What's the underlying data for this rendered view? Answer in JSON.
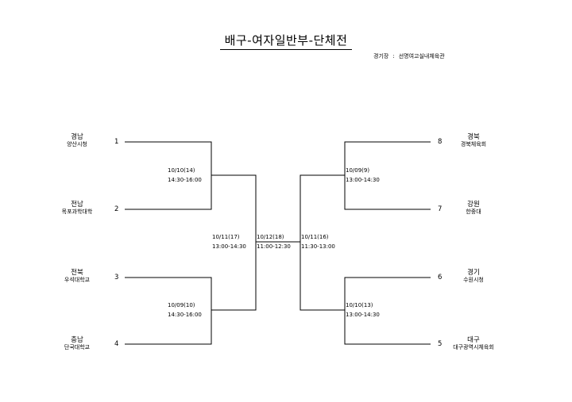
{
  "header": {
    "title": "배구-여자일반부-단체전",
    "venue_label": "경기장",
    "venue_separator": ":",
    "venue_name": "선명여고실내체육관"
  },
  "left": {
    "teams": [
      {
        "seed": "1",
        "region": "경남",
        "org": "양산시청"
      },
      {
        "seed": "2",
        "region": "전남",
        "org": "목포과학대학"
      },
      {
        "seed": "3",
        "region": "전북",
        "org": "우석대학교"
      },
      {
        "seed": "4",
        "region": "충남",
        "org": "단국대학교"
      }
    ],
    "matches": [
      {
        "date": "10/10(14)",
        "time": "14:30-16:00"
      },
      {
        "date": "10/09(10)",
        "time": "14:30-16:00"
      }
    ],
    "semifinal": {
      "date": "10/11(17)",
      "time": "13:00-14:30"
    }
  },
  "right": {
    "teams": [
      {
        "seed": "8",
        "region": "경북",
        "org": "경북체육회"
      },
      {
        "seed": "7",
        "region": "강원",
        "org": "한중대"
      },
      {
        "seed": "6",
        "region": "경기",
        "org": "수원시청"
      },
      {
        "seed": "5",
        "region": "대구",
        "org": "대구광역시체육회"
      }
    ],
    "matches": [
      {
        "date": "10/09(9)",
        "time": "13:00-14:30"
      },
      {
        "date": "10/10(13)",
        "time": "13:00-14:30"
      }
    ],
    "semifinal": {
      "date": "10/11(16)",
      "time": "11:30-13:00"
    }
  },
  "final": {
    "date": "10/12(18)",
    "time": "11:00-12:30"
  }
}
